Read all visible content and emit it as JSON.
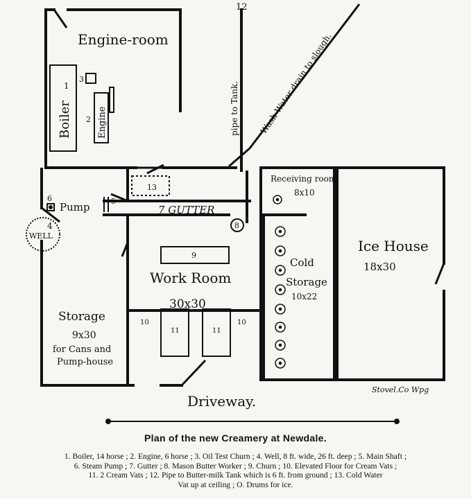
{
  "plan": {
    "top_number": "12",
    "rooms": {
      "engine_room": "Engine-room",
      "boiler": "Boiler",
      "engine": "Engine",
      "receiving_room": "Receiving room",
      "receiving_size": "8x10",
      "ice_house": "Ice House",
      "ice_house_size": "18x30",
      "cold": "Cold",
      "storage": "Storage",
      "cold_storage_size": "10x22",
      "work_room": "Work Room",
      "work_room_size": "30x30",
      "storage_left": "Storage",
      "storage_left_size": "9x30",
      "storage_left_note1": "for Cans and",
      "storage_left_note2": "Pump-house",
      "pump": "Pump",
      "well": "WELL",
      "gutter": "7 GUTTER",
      "driveway": "Driveway.",
      "pipe_to_tank": "pipe to Tank.",
      "wash_water": "Wash Water drain to slough.",
      "signature": "Stovel.Co Wpg"
    },
    "numbers": {
      "n1": "1",
      "n2": "2",
      "n3": "3",
      "n4": "4",
      "n5": "5",
      "n6": "6",
      "n8": "8",
      "n9": "9",
      "n10a": "10",
      "n10b": "10",
      "n11a": "11",
      "n11b": "11",
      "n13": "13"
    }
  },
  "caption": {
    "title": "Plan of the new Creamery at Newdale.",
    "legend": [
      "1. Boiler, 14 horse ; 2. Engine, 6 horse ; 3. Oil Test Churn ; 4. Well, 8 ft. wide, 26 ft. deep ; 5. Main Shaft ;",
      "6. Steam Pump ; 7. Gutter ; 8. Mason Butter Worker ; 9. Churn ; 10. Elevated Floor for Cream Vats ;",
      "11. 2 Cream Vats ; 12. Pipe to Butter-milk Tank which is 6 ft. from ground ; 13. Cold Water",
      "Vat up at ceiling ; O. Drums for ice."
    ]
  }
}
